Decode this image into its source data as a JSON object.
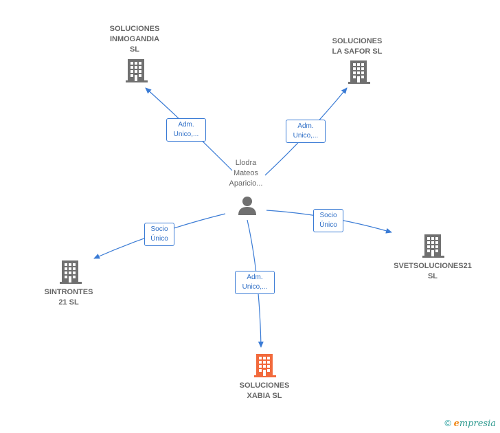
{
  "center": {
    "name": "Llodra\nMateos\nAparicio..."
  },
  "companies": {
    "inmogandia": "SOLUCIONES\nINMOGANDIA\nSL",
    "safor": "SOLUCIONES\nLA SAFOR  SL",
    "svet": "SVETSOLUCIONES21\nSL",
    "sintrontes": "SINTRONTES\n21  SL",
    "xabia": "SOLUCIONES\nXABIA  SL"
  },
  "edges": {
    "inmogandia": "Adm.\nUnico,...",
    "safor": "Adm.\nUnico,...",
    "svet": "Socio\nÚnico",
    "sintrontes": "Socio\nÚnico",
    "xabia": "Adm.\nUnico,..."
  },
  "colors": {
    "edge": "#3a7bd5",
    "building": "#707070",
    "highlight": "#f26a3c"
  },
  "footer": {
    "copyright": "©",
    "brand_initial": "e",
    "brand_rest": "mpresia"
  }
}
